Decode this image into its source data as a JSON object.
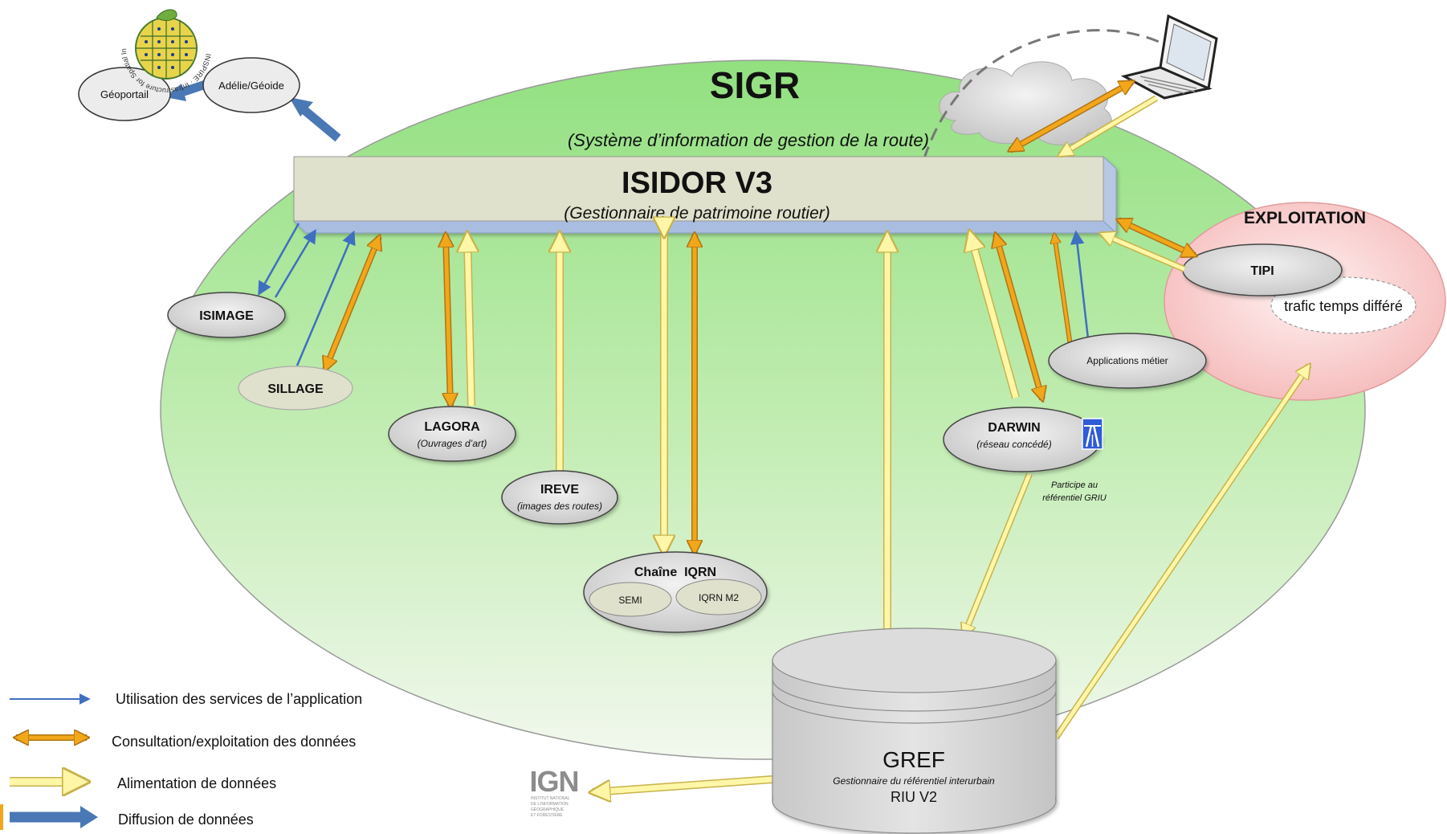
{
  "sigr": {
    "title": "SIGR",
    "subtitle": "(Système d’information de gestion de la route)"
  },
  "isidor": {
    "title": "ISIDOR V3",
    "subtitle": "(Gestionnaire de patrimoine routier)"
  },
  "exploitation": {
    "title": "EXPLOITATION",
    "tipi": "TIPI",
    "trafic": "trafic temps différé"
  },
  "apps": {
    "isimage": "ISIMAGE",
    "sillage": "SILLAGE",
    "lagora": "LAGORA",
    "lagora_sub": "(Ouvrages d’art)",
    "ireve": "IREVE",
    "ireve_sub": "(images des routes)",
    "chaine_iqrn": "Chaîne  IQRN",
    "semi": "SEMI",
    "iqrn_m2": "IQRN M2",
    "darwin": "DARWIN",
    "darwin_sub": "(réseau concédé)",
    "applications_metier": "Applications métier",
    "participe_line1": "Participe au",
    "participe_line2": "référentiel GRIU"
  },
  "gref": {
    "title": "GREF",
    "subtitle": "Gestionnaire du référentiel interurbain",
    "version": "RIU V2"
  },
  "external": {
    "geoportail": "Géoportail",
    "adelie": "Adélie/Géoide"
  },
  "inspire": {
    "ring_text": "INSPIRE · Infrastructure for Spatial Information in Europe"
  },
  "ign": {
    "logo": "IGN",
    "tagline": [
      "INSTITUT NATIONAL",
      "DE L’INFORMATION",
      "GÉOGRAPHIQUE",
      "ET FORESTIÈRE"
    ]
  },
  "legend": {
    "items": [
      {
        "label": "Utilisation des services de l’application",
        "color": "#3f6fc0",
        "icon": "thin-blue-arrow-icon"
      },
      {
        "label": "Consultation/exploitation des données",
        "color": "#f2a71b",
        "icon": "double-orange-arrow-icon"
      },
      {
        "label": "Alimentation de données",
        "color": "#fff3a0",
        "icon": "light-yellow-arrow-icon"
      },
      {
        "label": "Diffusion de données",
        "color": "#4a78b4",
        "icon": "thick-blue-arrow-icon"
      }
    ]
  },
  "colors": {
    "ellipse_green": "#9be58a",
    "isidor_bar": "#dfe1cc",
    "node_grey": "#d4d4d4",
    "exploitation_pink": "#f7c6c6"
  }
}
